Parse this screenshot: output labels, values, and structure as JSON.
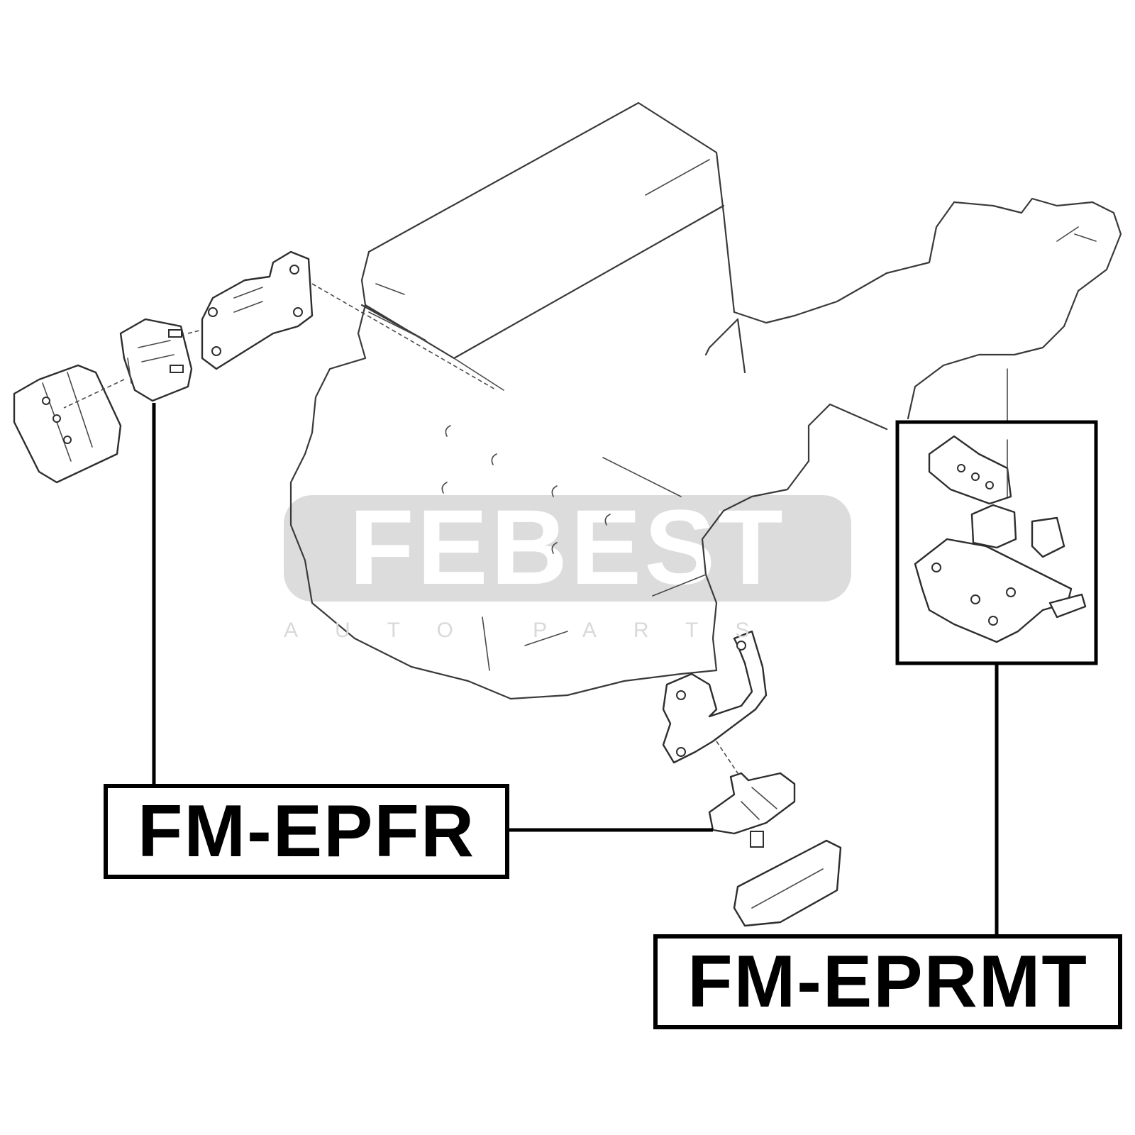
{
  "watermark": {
    "brand": "FEBEST",
    "tagline": "AUTO PARTS"
  },
  "labels": {
    "front_right_mount": "FM-EPFR",
    "rear_mount": "FM-EPRMT"
  },
  "colors": {
    "line": "#3a3a3a",
    "label_border": "#000000",
    "watermark_fill": "#dcdcdc"
  }
}
